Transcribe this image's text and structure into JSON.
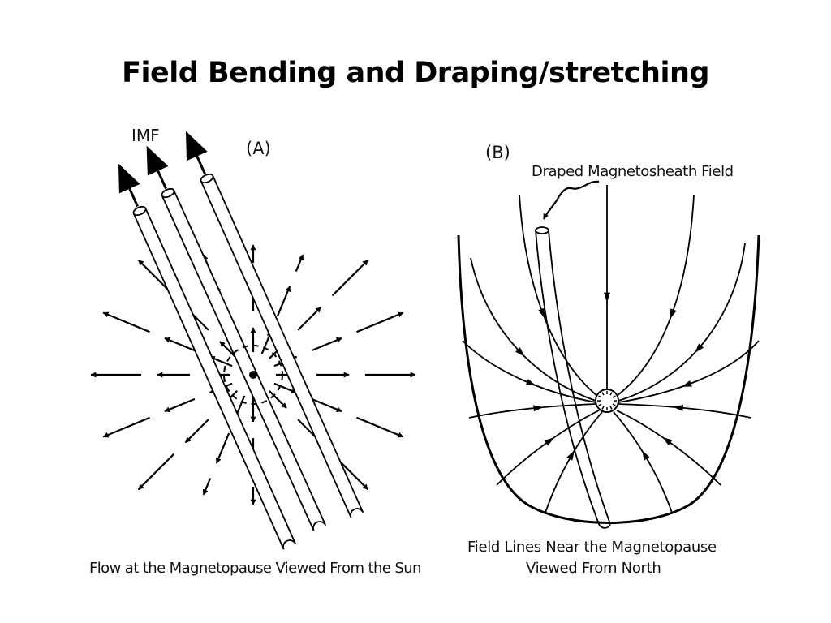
{
  "slide": {
    "title": "Field Bending and Draping/stretching"
  },
  "panel_a": {
    "letter": "(A)",
    "imf_label": "IMF",
    "caption": "Flow at the Magnetopause Viewed From the Sun"
  },
  "panel_b": {
    "letter": "(B)",
    "draped_label": "Draped Magnetosheath Field",
    "caption_line1": "Field Lines Near the Magnetopause",
    "caption_line2": "Viewed From North"
  }
}
